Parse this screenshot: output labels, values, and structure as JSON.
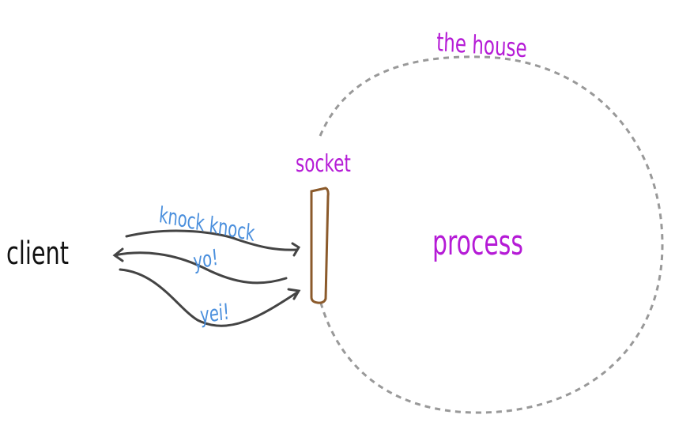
{
  "labels": {
    "client": "client",
    "house": "the house",
    "socket": "socket",
    "process": "process",
    "knock": "knock knock",
    "yo": "yo!",
    "yei": "yei!"
  },
  "colors": {
    "client": "#111111",
    "messages": "#4a8fdd",
    "purple": "#b51bd6",
    "socket": "#8b5a2b",
    "arrows": "#444444",
    "house": "#999999"
  }
}
